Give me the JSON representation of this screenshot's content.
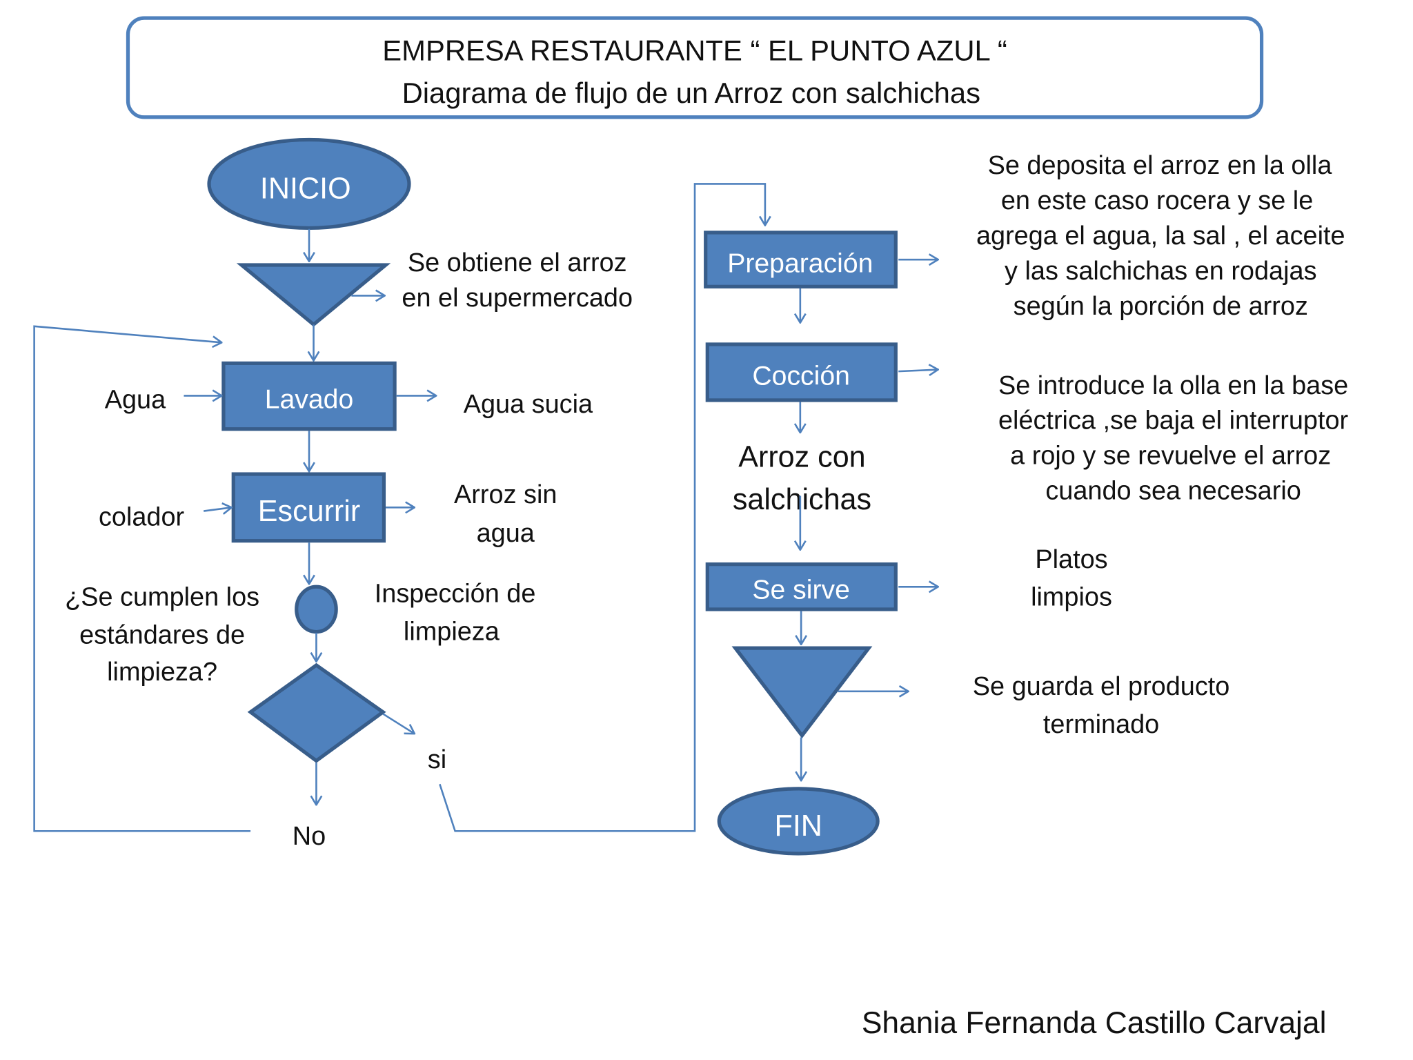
{
  "title": {
    "line1": "EMPRESA RESTAURANTE “ EL PUNTO AZUL “",
    "line2": "Diagrama de flujo de un  Arroz con salchichas"
  },
  "nodes": {
    "inicio": "INICIO",
    "lavado": "Lavado",
    "escurrir": "Escurrir",
    "preparacion": "Preparación",
    "coccion": "Cocción",
    "se_sirve": "Se sirve",
    "fin": "FIN"
  },
  "labels": {
    "obtiene": [
      "Se obtiene el arroz",
      "en el supermercado"
    ],
    "agua": "Agua",
    "agua_sucia": "Agua sucia",
    "colador": "colador",
    "arroz_sin_agua": [
      "Arroz sin",
      "agua"
    ],
    "pregunta": [
      "¿Se cumplen los",
      "estándares de",
      "limpieza?"
    ],
    "inspeccion": [
      "Inspección de",
      "limpieza"
    ],
    "si": "si",
    "no": "No",
    "arroz_con": [
      "Arroz con",
      "salchichas"
    ],
    "deposita": [
      "Se deposita el arroz en la olla",
      "en este caso rocera y se le",
      "agrega  el agua, la sal , el aceite",
      "y las salchichas en rodajas",
      "según la porción de arroz"
    ],
    "introduce": [
      "Se introduce la olla en la base",
      "eléctrica ,se baja el interruptor",
      "a rojo y se  revuelve el arroz",
      "cuando sea necesario"
    ],
    "platos": [
      "Platos",
      "limpios"
    ],
    "guarda": [
      "Se guarda el producto",
      "terminado"
    ]
  },
  "author": "Shania Fernanda Castillo Carvajal",
  "colors": {
    "shape": "#4f81bd",
    "border": "#385d8a"
  }
}
